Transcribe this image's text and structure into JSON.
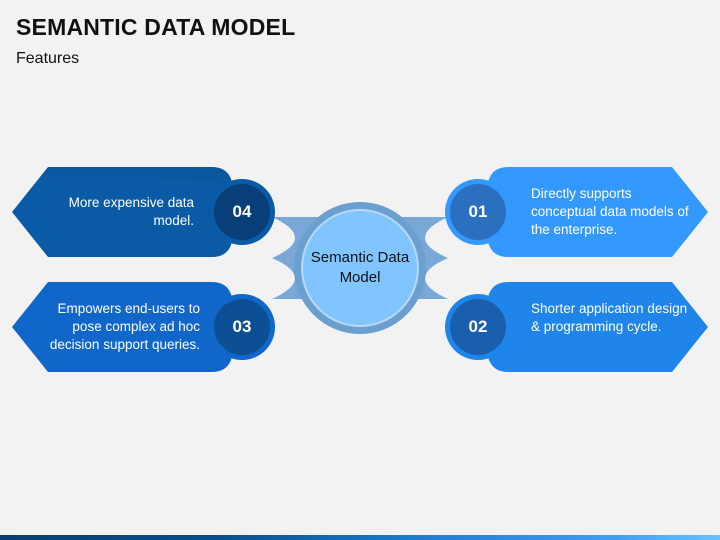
{
  "header": {
    "title": "SEMANTIC DATA MODEL",
    "subtitle": "Features"
  },
  "center": {
    "label": "Semantic Data Model"
  },
  "items": [
    {
      "number": "01",
      "text": "Directly supports conceptual data models of the enterprise."
    },
    {
      "number": "02",
      "text": "Shorter application design & programming cycle."
    },
    {
      "number": "03",
      "text": "Empowers end-users to pose complex ad hoc decision support queries."
    },
    {
      "number": "04",
      "text": "More expensive data model."
    }
  ],
  "colors": {
    "background": "#f2f2f2",
    "card_01": "#3399ff",
    "card_02": "#1f85ea",
    "card_03": "#1067c9",
    "card_04": "#0b5aa6",
    "circle_01": "#2a70bf",
    "circle_02": "#1a5fae",
    "circle_03": "#0d4f94",
    "circle_04": "#083f78",
    "center_fill": "#80c5ff",
    "center_ring": "#6b9fd0"
  }
}
